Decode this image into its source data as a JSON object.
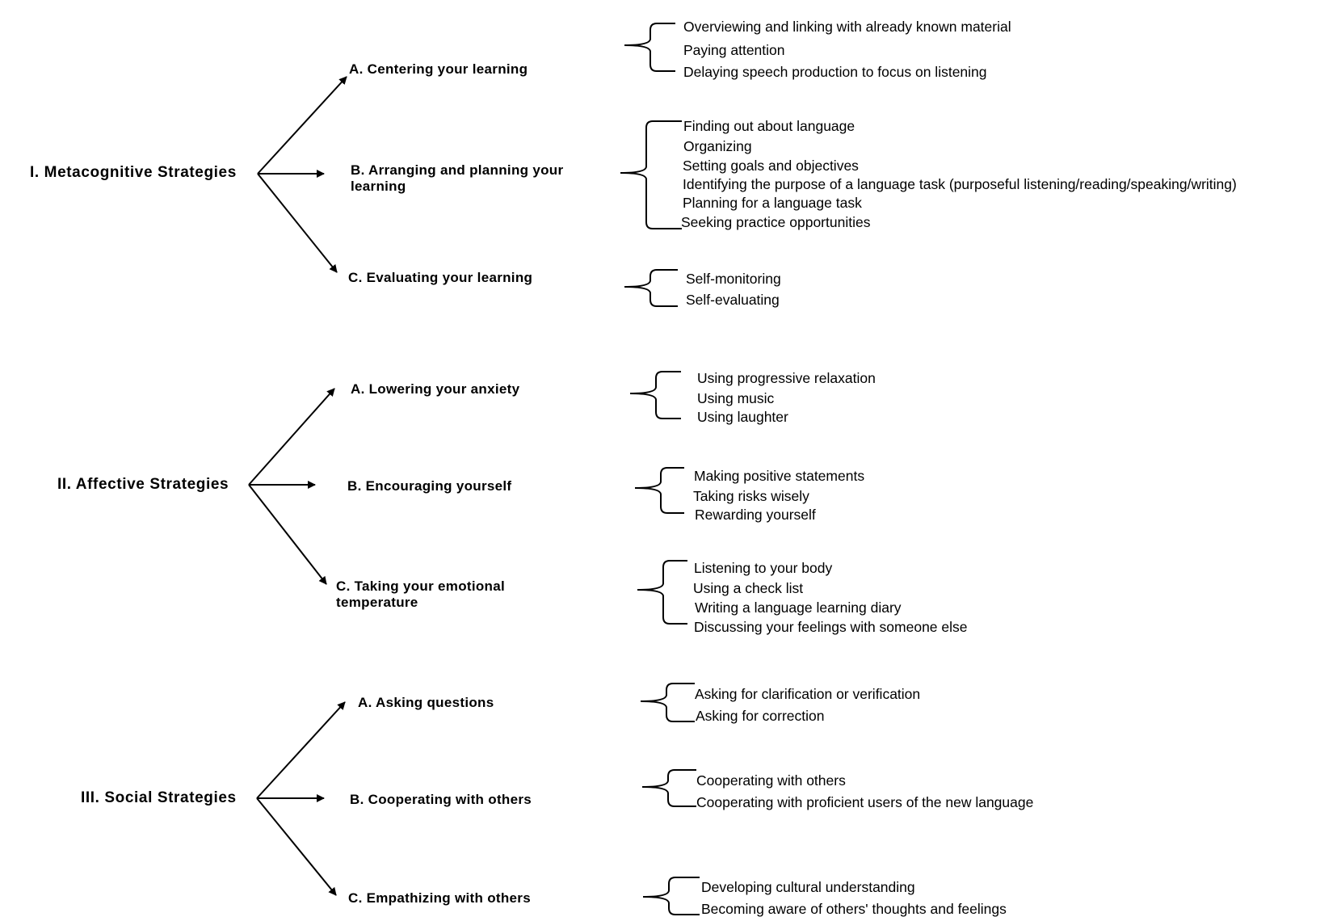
{
  "strategies": [
    {
      "title": "I. Metacognitive Strategies",
      "subs": [
        {
          "label": "A. Centering your learning",
          "items": [
            "Overviewing and linking with already known material",
            "Paying attention",
            "Delaying speech production to focus on listening"
          ]
        },
        {
          "label": "B. Arranging and planning your learning",
          "items": [
            "Finding out about language",
            "Organizing",
            "Setting goals and objectives",
            "Identifying the purpose of a language task (purposeful listening/reading/speaking/writing)",
            "Planning for a language task",
            "Seeking practice opportunities"
          ]
        },
        {
          "label": "C. Evaluating your learning",
          "items": [
            "Self-monitoring",
            "Self-evaluating"
          ]
        }
      ]
    },
    {
      "title": "II. Affective Strategies",
      "subs": [
        {
          "label": "A. Lowering your anxiety",
          "items": [
            "Using progressive relaxation",
            "Using music",
            "Using laughter"
          ]
        },
        {
          "label": "B. Encouraging yourself",
          "items": [
            "Making positive statements",
            "Taking risks wisely",
            "Rewarding yourself"
          ]
        },
        {
          "label": "C. Taking your emotional temperature",
          "items": [
            "Listening to your body",
            "Using a check list",
            "Writing a language learning diary",
            "Discussing your feelings with someone else"
          ]
        }
      ]
    },
    {
      "title": "III. Social Strategies",
      "subs": [
        {
          "label": "A. Asking questions",
          "items": [
            "Asking for clarification or verification",
            "Asking for correction"
          ]
        },
        {
          "label": "B. Cooperating with others",
          "items": [
            "Cooperating with others",
            "Cooperating with proficient users of the new language"
          ]
        },
        {
          "label": "C. Empathizing with others",
          "items": [
            "Developing cultural understanding",
            "Becoming aware of others' thoughts and feelings"
          ]
        }
      ]
    }
  ]
}
